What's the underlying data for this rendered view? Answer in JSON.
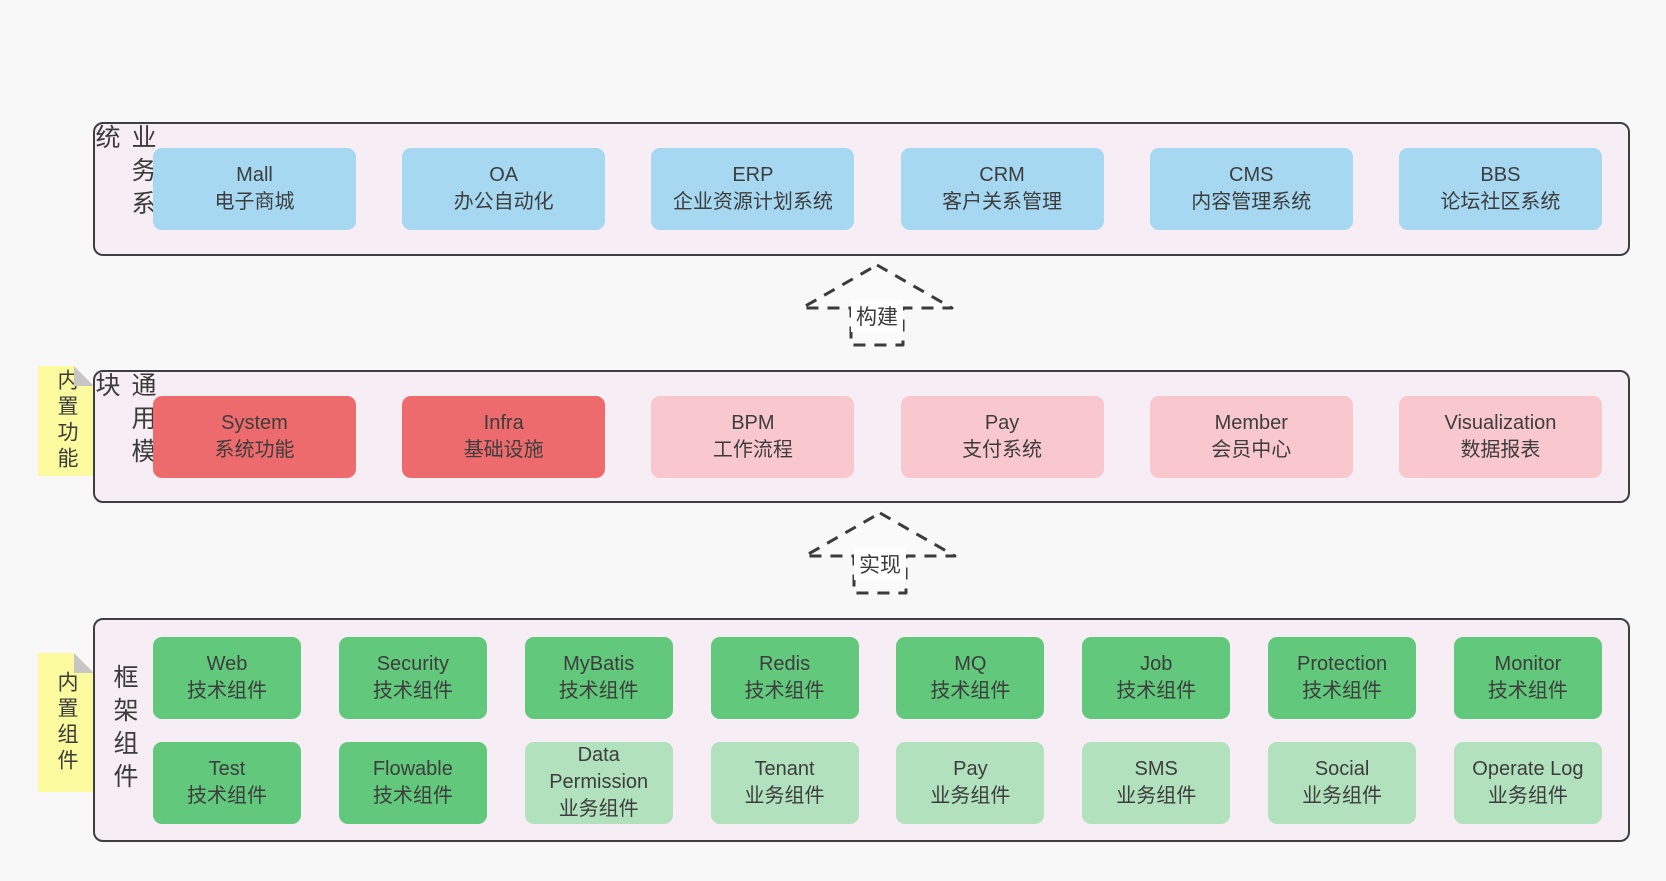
{
  "colors": {
    "page_bg": "#f8f8f8",
    "container_bg": "#f7edf5",
    "container_border": "#3f3f3f",
    "sticky_yellow": "#fbfa9e",
    "sticky_fold_gray": "#c6c6c6",
    "text": "#3d3d3d",
    "blue": "#a6d8f2",
    "red": "#ee6b6d",
    "pink": "#f9c7ce",
    "green": "#62c87c",
    "lightgreen": "#b2e2bd"
  },
  "arrows": [
    {
      "label": "构建"
    },
    {
      "label": "实现"
    }
  ],
  "layers": [
    {
      "name": "business-systems",
      "side_label": "业务系统",
      "sticky_label": null,
      "rows": [
        [
          {
            "en": "Mall",
            "zh": "电子商城",
            "style": "blue"
          },
          {
            "en": "OA",
            "zh": "办公自动化",
            "style": "blue"
          },
          {
            "en": "ERP",
            "zh": "企业资源计划系统",
            "style": "blue"
          },
          {
            "en": "CRM",
            "zh": "客户关系管理",
            "style": "blue"
          },
          {
            "en": "CMS",
            "zh": "内容管理系统",
            "style": "blue"
          },
          {
            "en": "BBS",
            "zh": "论坛社区系统",
            "style": "blue"
          }
        ]
      ]
    },
    {
      "name": "common-modules",
      "side_label": "通用模块",
      "sticky_label": "内置功能",
      "rows": [
        [
          {
            "en": "System",
            "zh": "系统功能",
            "style": "red"
          },
          {
            "en": "Infra",
            "zh": "基础设施",
            "style": "red"
          },
          {
            "en": "BPM",
            "zh": "工作流程",
            "style": "pink"
          },
          {
            "en": "Pay",
            "zh": "支付系统",
            "style": "pink"
          },
          {
            "en": "Member",
            "zh": "会员中心",
            "style": "pink"
          },
          {
            "en": "Visualization",
            "zh": "数据报表",
            "style": "pink"
          }
        ]
      ]
    },
    {
      "name": "framework-components",
      "side_label": "框架组件",
      "sticky_label": "内置组件",
      "rows": [
        [
          {
            "en": "Web",
            "zh": "技术组件",
            "style": "green"
          },
          {
            "en": "Security",
            "zh": "技术组件",
            "style": "green"
          },
          {
            "en": "MyBatis",
            "zh": "技术组件",
            "style": "green"
          },
          {
            "en": "Redis",
            "zh": "技术组件",
            "style": "green"
          },
          {
            "en": "MQ",
            "zh": "技术组件",
            "style": "green"
          },
          {
            "en": "Job",
            "zh": "技术组件",
            "style": "green"
          },
          {
            "en": "Protection",
            "zh": "技术组件",
            "style": "green"
          },
          {
            "en": "Monitor",
            "zh": "技术组件",
            "style": "green"
          }
        ],
        [
          {
            "en": "Test",
            "zh": "技术组件",
            "style": "green"
          },
          {
            "en": "Flowable",
            "zh": "技术组件",
            "style": "green"
          },
          {
            "en": "Data Permission",
            "zh": "业务组件",
            "style": "lightgreen"
          },
          {
            "en": "Tenant",
            "zh": "业务组件",
            "style": "lightgreen"
          },
          {
            "en": "Pay",
            "zh": "业务组件",
            "style": "lightgreen"
          },
          {
            "en": "SMS",
            "zh": "业务组件",
            "style": "lightgreen"
          },
          {
            "en": "Social",
            "zh": "业务组件",
            "style": "lightgreen"
          },
          {
            "en": "Operate Log",
            "zh": "业务组件",
            "style": "lightgreen"
          }
        ]
      ]
    }
  ]
}
